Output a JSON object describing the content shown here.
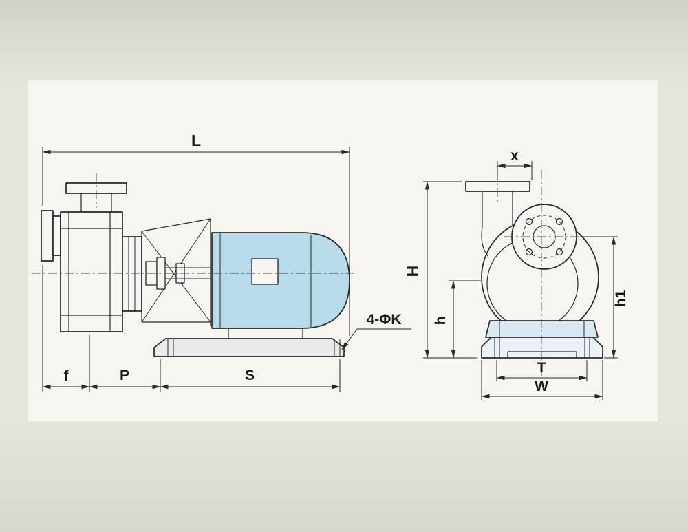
{
  "drawing": {
    "colors": {
      "background": "#e4e1db",
      "paper": "#f7f5f0",
      "line": "#26282c",
      "motor_fill": "#b7dbe9",
      "pedestal_fill": "#d9e9f2",
      "base_fill": "#e7ebe8",
      "base_fill_right": "#ebf1f4"
    },
    "dims": {
      "L": "L",
      "x": "x",
      "H": "H",
      "h": "h",
      "h1": "h1",
      "f": "f",
      "P": "P",
      "S": "S",
      "T": "T",
      "W": "W"
    },
    "callouts": {
      "mounting_holes": "4-ΦK"
    }
  }
}
